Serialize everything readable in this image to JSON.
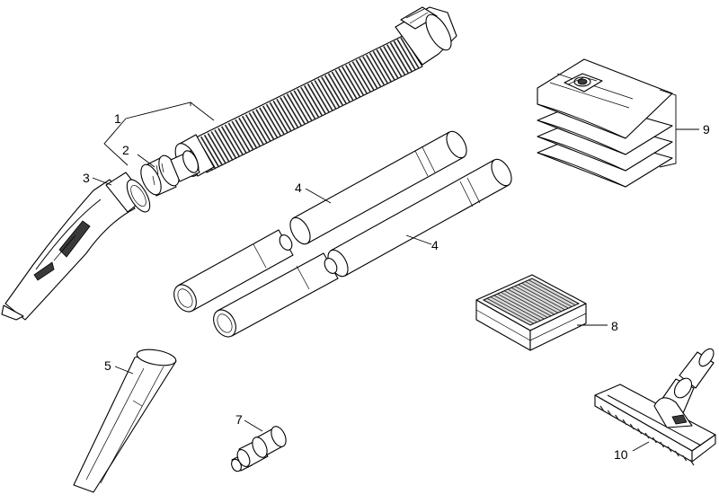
{
  "callouts": {
    "c1": "1",
    "c2": "2",
    "c3": "3",
    "c4a": "4",
    "c4b": "4",
    "c5": "5",
    "c7": "7",
    "c8": "8",
    "c9": "9",
    "c10": "10"
  },
  "colors": {
    "line": "#000000",
    "background": "#ffffff",
    "hose_rings": "#222222",
    "shading": "#d9d9d9"
  }
}
